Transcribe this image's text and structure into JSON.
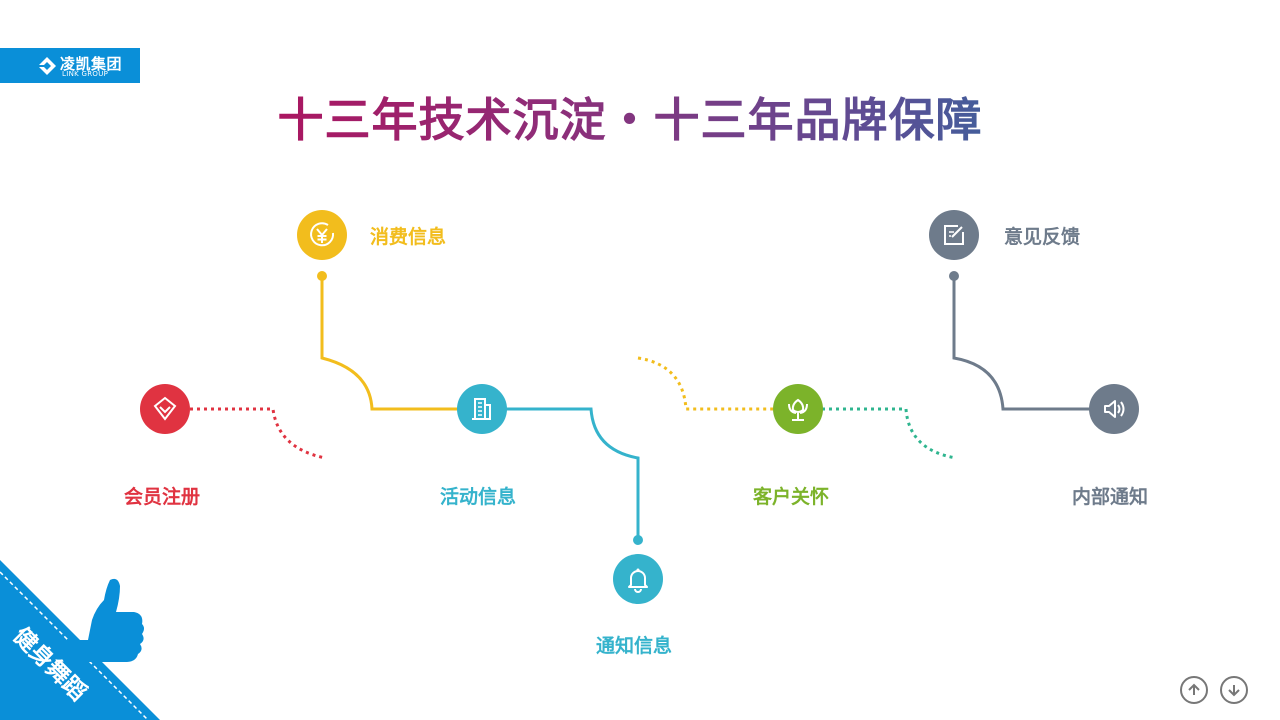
{
  "logo": {
    "name_cn": "凌凯集团",
    "name_en": "LINK GROUP"
  },
  "title": "十三年技术沉淀・十三年品牌保障",
  "badge": {
    "text": "健身舞蹈"
  },
  "nodes": [
    {
      "label": "会员注册",
      "icon": "diamond-icon",
      "color": "#e03341"
    },
    {
      "label": "消费信息",
      "icon": "yen-coin-icon",
      "color": "#f2bd1d"
    },
    {
      "label": "活动信息",
      "icon": "building-icon",
      "color": "#35b3cc"
    },
    {
      "label": "通知信息",
      "icon": "bell-icon",
      "color": "#35b3cc"
    },
    {
      "label": "客户关怀",
      "icon": "flower-icon",
      "color": "#7cb32a"
    },
    {
      "label": "意见反馈",
      "icon": "edit-note-icon",
      "color": "#6e7b8b"
    },
    {
      "label": "内部通知",
      "icon": "speaker-icon",
      "color": "#6e7b8b"
    }
  ],
  "nav": {
    "up_icon": "arrow-up-icon",
    "down_icon": "arrow-down-icon"
  }
}
